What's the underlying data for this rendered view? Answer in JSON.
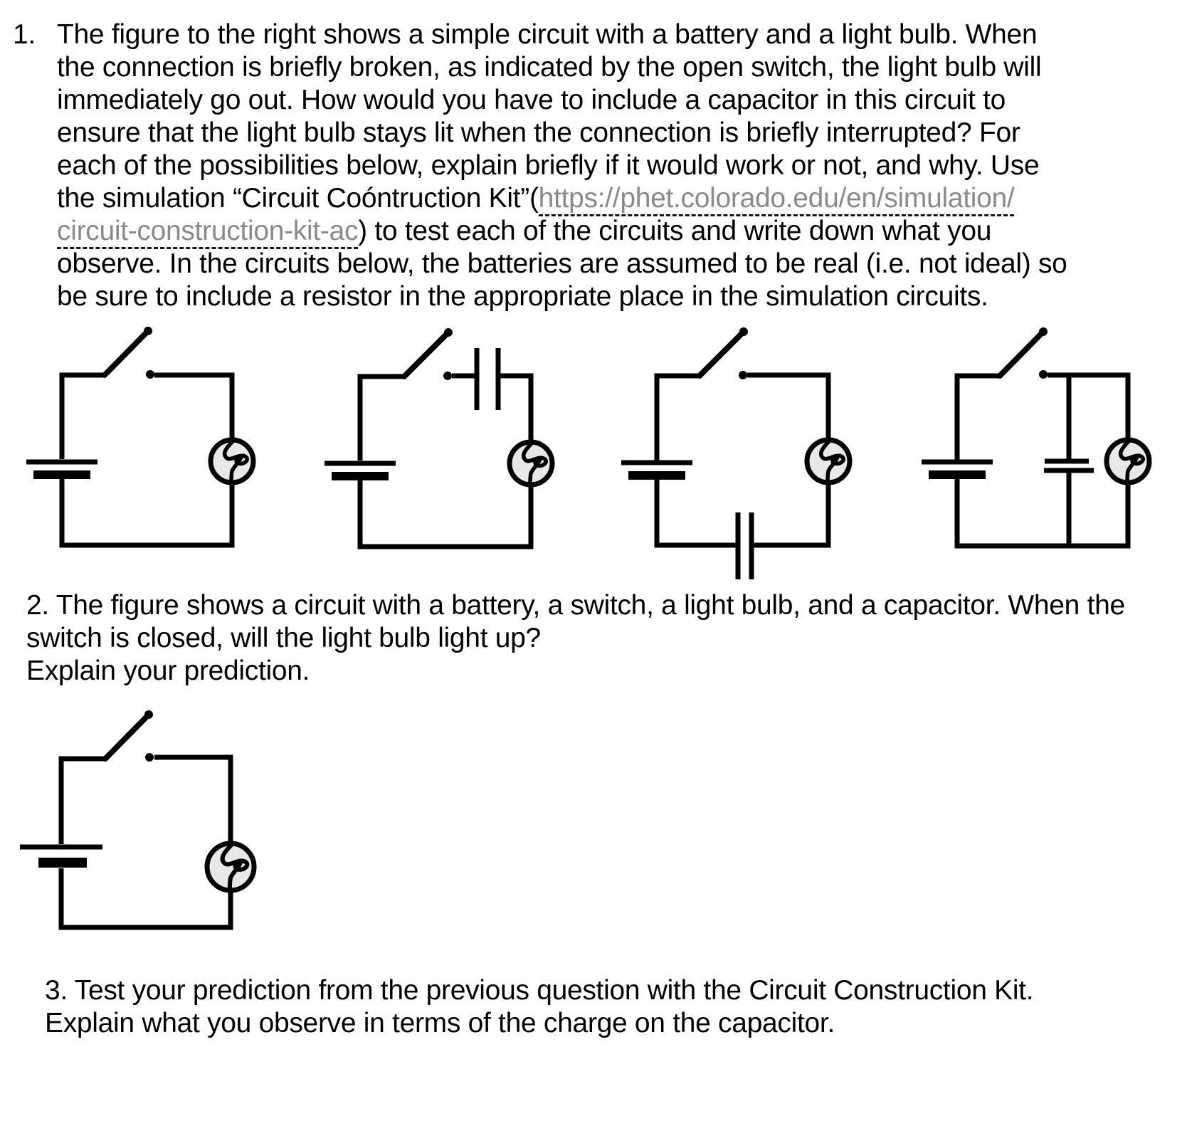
{
  "page": {
    "kind": "physics worksheet page",
    "background": "#ffffff"
  },
  "colors": {
    "text": "#000000",
    "wire": "#000000",
    "bulb_fill": "#e8e8e8",
    "link_text": "#8a8a8a",
    "link_underline": "#141414"
  },
  "question1": {
    "number": "1.",
    "lines": [
      {
        "text": "The figure to the right shows a simple circuit with a battery and a light bulb. When"
      },
      {
        "text": "the connection is briefly broken, as indicated by the open switch, the light bulb will"
      },
      {
        "text": "immediately go out. How would you have to include a capacitor in this circuit to"
      },
      {
        "text": "ensure that the light bulb stays lit when the connection is briefly interrupted? For"
      },
      {
        "text": "each of the possibilities below, explain briefly if it would work or not, and why. Use"
      },
      {
        "pre": "the simulation “Circuit Coóntruction Kit”(",
        "link": "https://phet.colorado.edu/en/simulation/"
      },
      {
        "link": "circuit-construction-kit-ac",
        "post": ") to test each of the circuits and write down what you"
      },
      {
        "text": "observe. In the circuits below, the batteries are assumed to be real (i.e. not ideal) so"
      },
      {
        "text": "be sure to include a resistor in the appropriate place in the simulation circuits."
      }
    ]
  },
  "question2": {
    "lines": [
      "2. The figure shows a circuit with a battery, a switch, a light bulb, and a capacitor. When the",
      "switch is closed, will the light bulb light up?",
      "Explain your prediction."
    ]
  },
  "question3": {
    "lines": [
      "3. Test your prediction from the previous question with the Circuit Construction Kit.",
      "Explain what you observe in terms of the charge on the capacitor."
    ]
  },
  "figures": {
    "row1": [
      {
        "name": "circuit-a",
        "components": "battery, open switch, light bulb"
      },
      {
        "name": "circuit-b",
        "components": "battery, open switch, capacitor in series at top, light bulb"
      },
      {
        "name": "circuit-c",
        "components": "battery, open switch, light bulb, capacitor in series in bottom wire"
      },
      {
        "name": "circuit-d",
        "components": "battery, open switch, capacitor in parallel with light bulb"
      }
    ],
    "question2_figure": {
      "name": "circuit-e",
      "components": "battery, open switch, light bulb"
    }
  }
}
